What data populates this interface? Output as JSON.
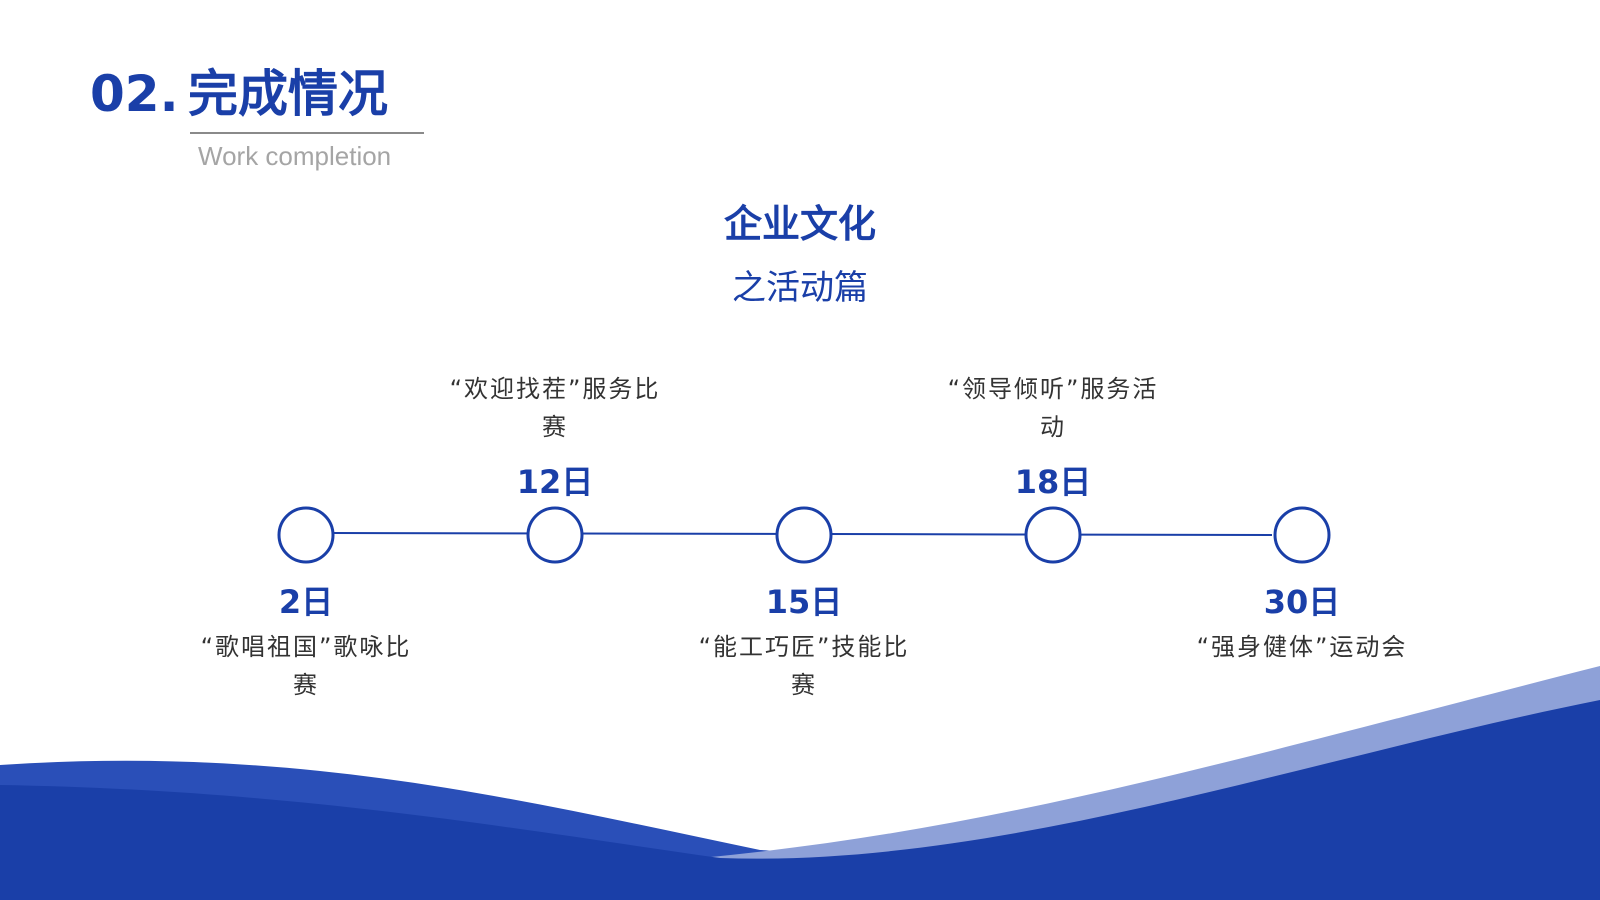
{
  "heading": {
    "number": "02.",
    "title": "完成情况",
    "subtitle": "Work completion"
  },
  "center": {
    "title": "企业文化",
    "subtitle": "之活动篇"
  },
  "timeline": {
    "events": [
      {
        "date": "2日",
        "description": "“歌唱祖国”歌咏比赛"
      },
      {
        "date": "12日",
        "description": "“欢迎找茬”服务比赛"
      },
      {
        "date": "15日",
        "description": "“能工巧匠”技能比赛"
      },
      {
        "date": "18日",
        "description": "“领导倾听”服务活动"
      },
      {
        "date": "30日",
        "description": "“强身健体”运动会"
      }
    ]
  },
  "colors": {
    "primary": "#1a3fa8",
    "wave_mid": "#2a4fb8",
    "wave_light": "#8ea1d8",
    "text": "#333333",
    "muted": "#a5a5a5"
  }
}
